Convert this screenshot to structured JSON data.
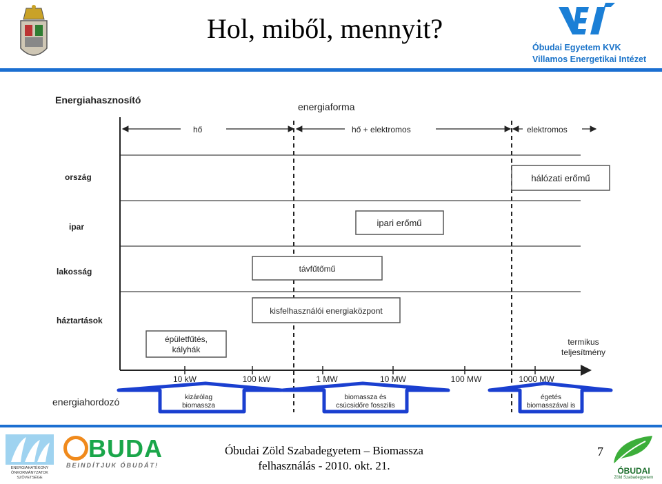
{
  "header": {
    "title": "Hol, miből, mennyit?",
    "institute_line1": "Óbudai Egyetem KVK",
    "institute_line2": "Villamos Energetikai Intézet"
  },
  "diagram": {
    "y_axis_title": "Energiahasznosító",
    "top_title": "energiaforma",
    "forms": [
      "hő",
      "hő + elektromos",
      "elektromos"
    ],
    "rows": [
      "ország",
      "ipar",
      "lakosság",
      "háztartások"
    ],
    "boxes": [
      {
        "label": "hálózati erőmű"
      },
      {
        "label": "ipari erőmű"
      },
      {
        "label": "távfűtőmű"
      },
      {
        "label": "kisfelhasználói energiaközpont"
      },
      {
        "label_line1": "épületfűtés,",
        "label_line2": "kályhák"
      }
    ],
    "x_ticks": [
      "10 kW",
      "100 kW",
      "1 MW",
      "10 MW",
      "100 MW",
      "1000 MW"
    ],
    "x_axis_title_line1": "termikus",
    "x_axis_title_line2": "teljesítmény",
    "carrier_label": "energiahordozó",
    "carriers": [
      {
        "line1": "kizárólag",
        "line2": "biomassza"
      },
      {
        "line1": "biomassza és",
        "line2": "csúcsidőre fosszilis"
      },
      {
        "line1": "égetés",
        "line2": "biomasszával is"
      }
    ]
  },
  "footer": {
    "line1": "Óbudai Zöld Szabadegyetem – Biomassza",
    "line2": "felhasználás - 2010. okt. 21.",
    "page_number": "7",
    "left_logo_text": [
      "ENERGIAHATÉKONY",
      "ÖNKORMÁNYZATOK",
      "SZÖVETSÉGE"
    ],
    "obuda_word": "BUDA",
    "obuda_slogan": "BEINDÍTJUK ÓBUDÁT!",
    "right_logo_name": "ÓBUDAI",
    "right_logo_sub": "Zöld Szabadegyetem"
  },
  "colors": {
    "accent_blue": "#1b6fd1",
    "carrier_blue": "#1a3fd0",
    "obuda_green": "#1aa64a",
    "obuda_orange": "#f08a1c",
    "zold_green": "#1e6f2e"
  },
  "icons": [
    "coat-of-arms-icon",
    "vei-logo-icon",
    "energy-association-logo-icon",
    "obuda-logo-icon",
    "green-leaf-logo-icon"
  ]
}
